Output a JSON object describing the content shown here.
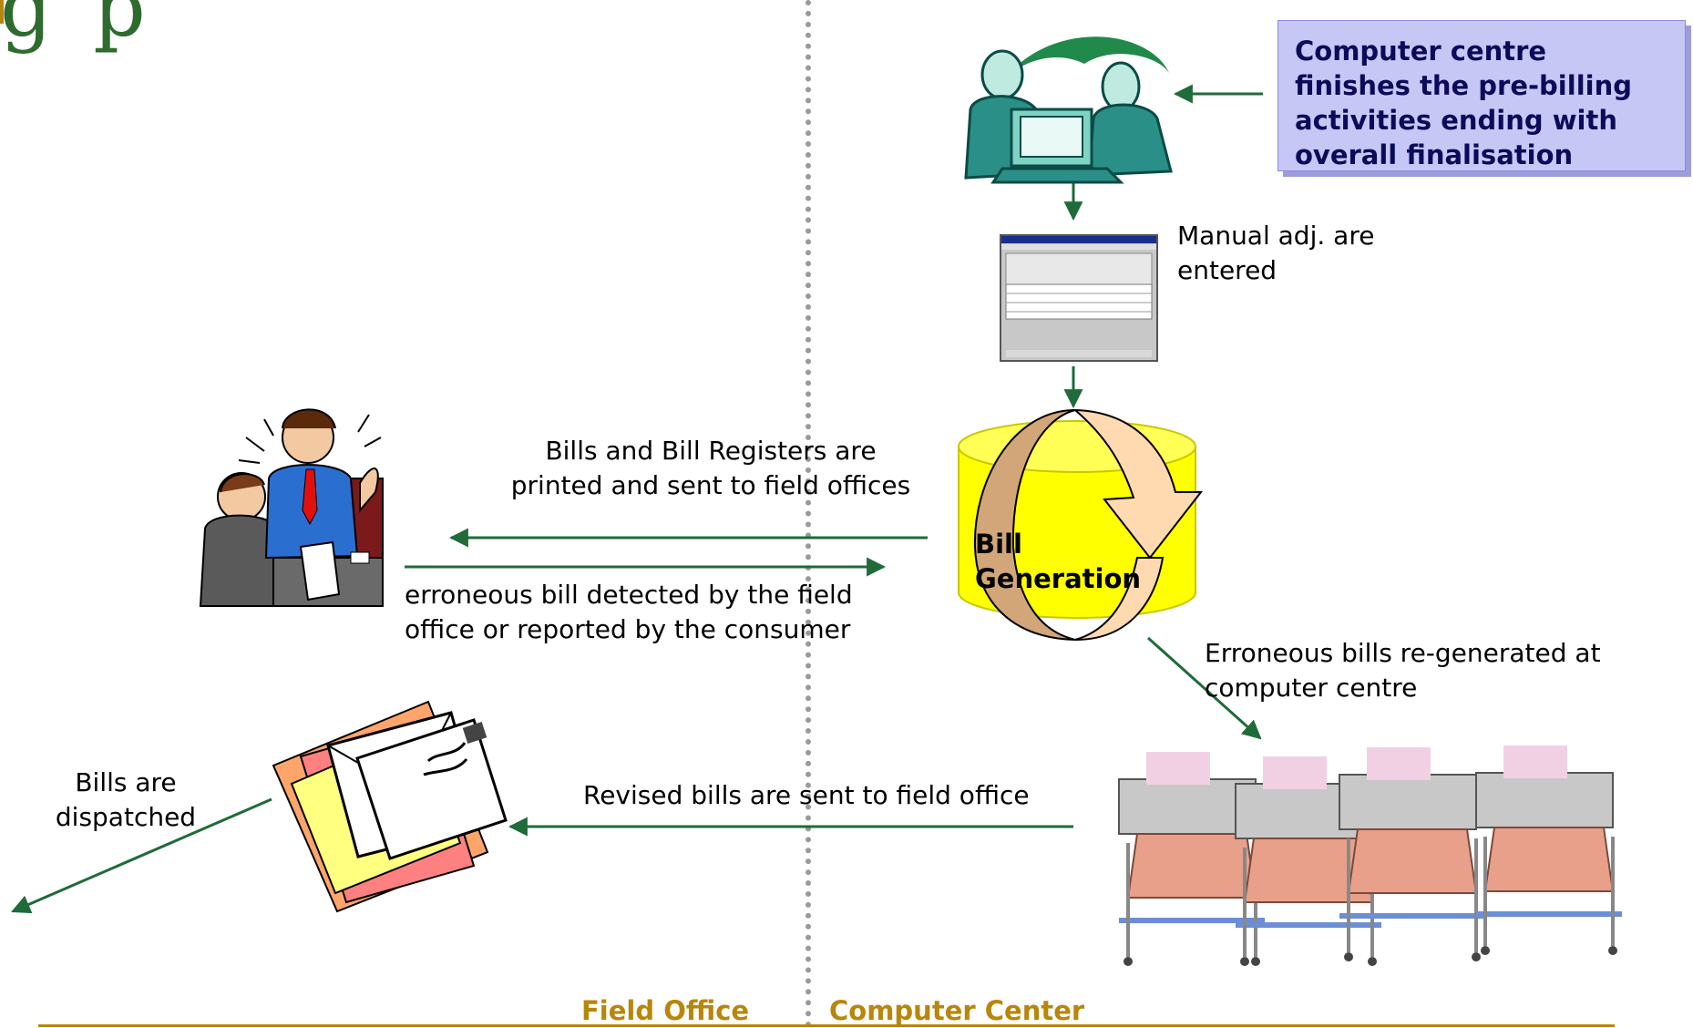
{
  "title_fragment": "g p",
  "callout": "Computer centre finishes the pre-billing activities ending with overall finalisation",
  "labels": {
    "manual_adj": "Manual adj. are entered",
    "bills_printed": "Bills and Bill Registers are printed and sent to field offices",
    "erroneous_detected": "erroneous bill detected by the field office or reported by the consumer",
    "bill_generation": "Bill Generation",
    "regenerated": "Erroneous bills re-generated at computer centre",
    "revised_sent": "Revised bills are sent to field office",
    "dispatched": "Bills are dispatched"
  },
  "footer": {
    "left": "Field Office",
    "right": "Computer Center"
  },
  "colors": {
    "arrow": "#1f6b3a",
    "callout_bg": "#c7c7f6",
    "callout_text": "#0b0b5a",
    "footer": "#b8860b",
    "title": "#2f6b2f"
  },
  "icons": [
    "meeting-clipart-icon",
    "software-screen-icon",
    "bill-generation-cycle-icon",
    "field-office-people-icon",
    "envelopes-icon",
    "printers-icon"
  ]
}
